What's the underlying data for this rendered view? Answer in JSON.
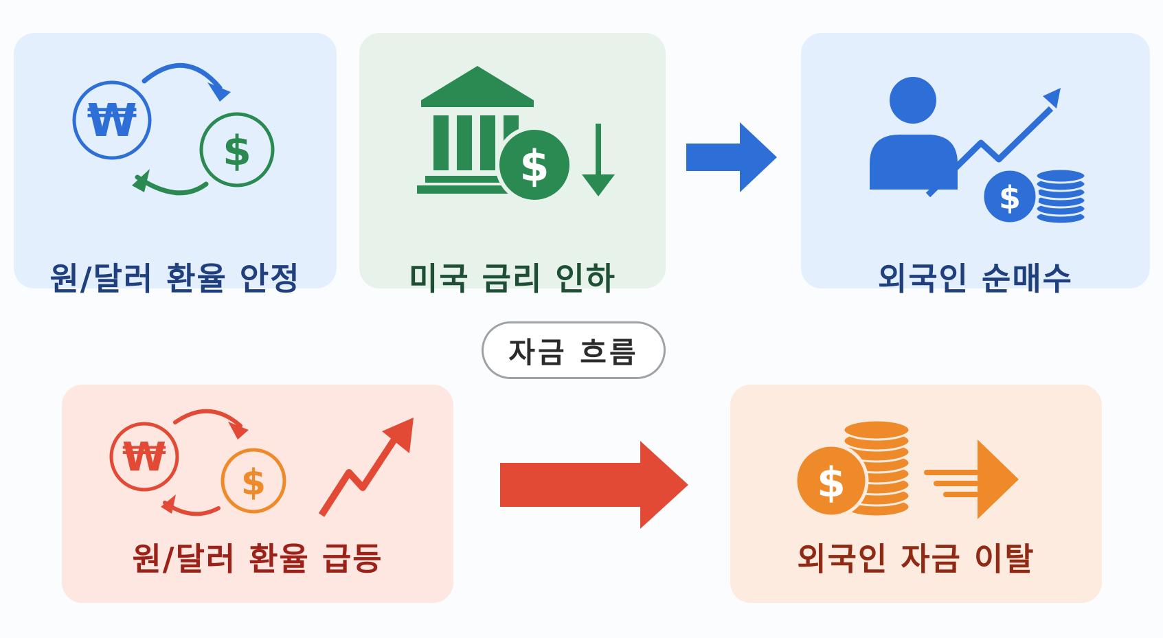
{
  "cards": {
    "fx_stable": {
      "label": "원/달러 환율 안정"
    },
    "rate_cut": {
      "label": "미국 금리 인하"
    },
    "foreign_buy": {
      "label": "외국인 순매수"
    },
    "fx_surge": {
      "label": "원/달러 환율 급등"
    },
    "foreign_exit": {
      "label": "외국인 자금 이탈"
    }
  },
  "center_pill": {
    "label": "자금 흐름"
  },
  "icons": {
    "won_symbol": "₩",
    "dollar_symbol": "$"
  },
  "colors": {
    "blue": "#2d6fd6",
    "green": "#2a8a52",
    "red": "#e24a35",
    "orange": "#ef8a2a"
  }
}
